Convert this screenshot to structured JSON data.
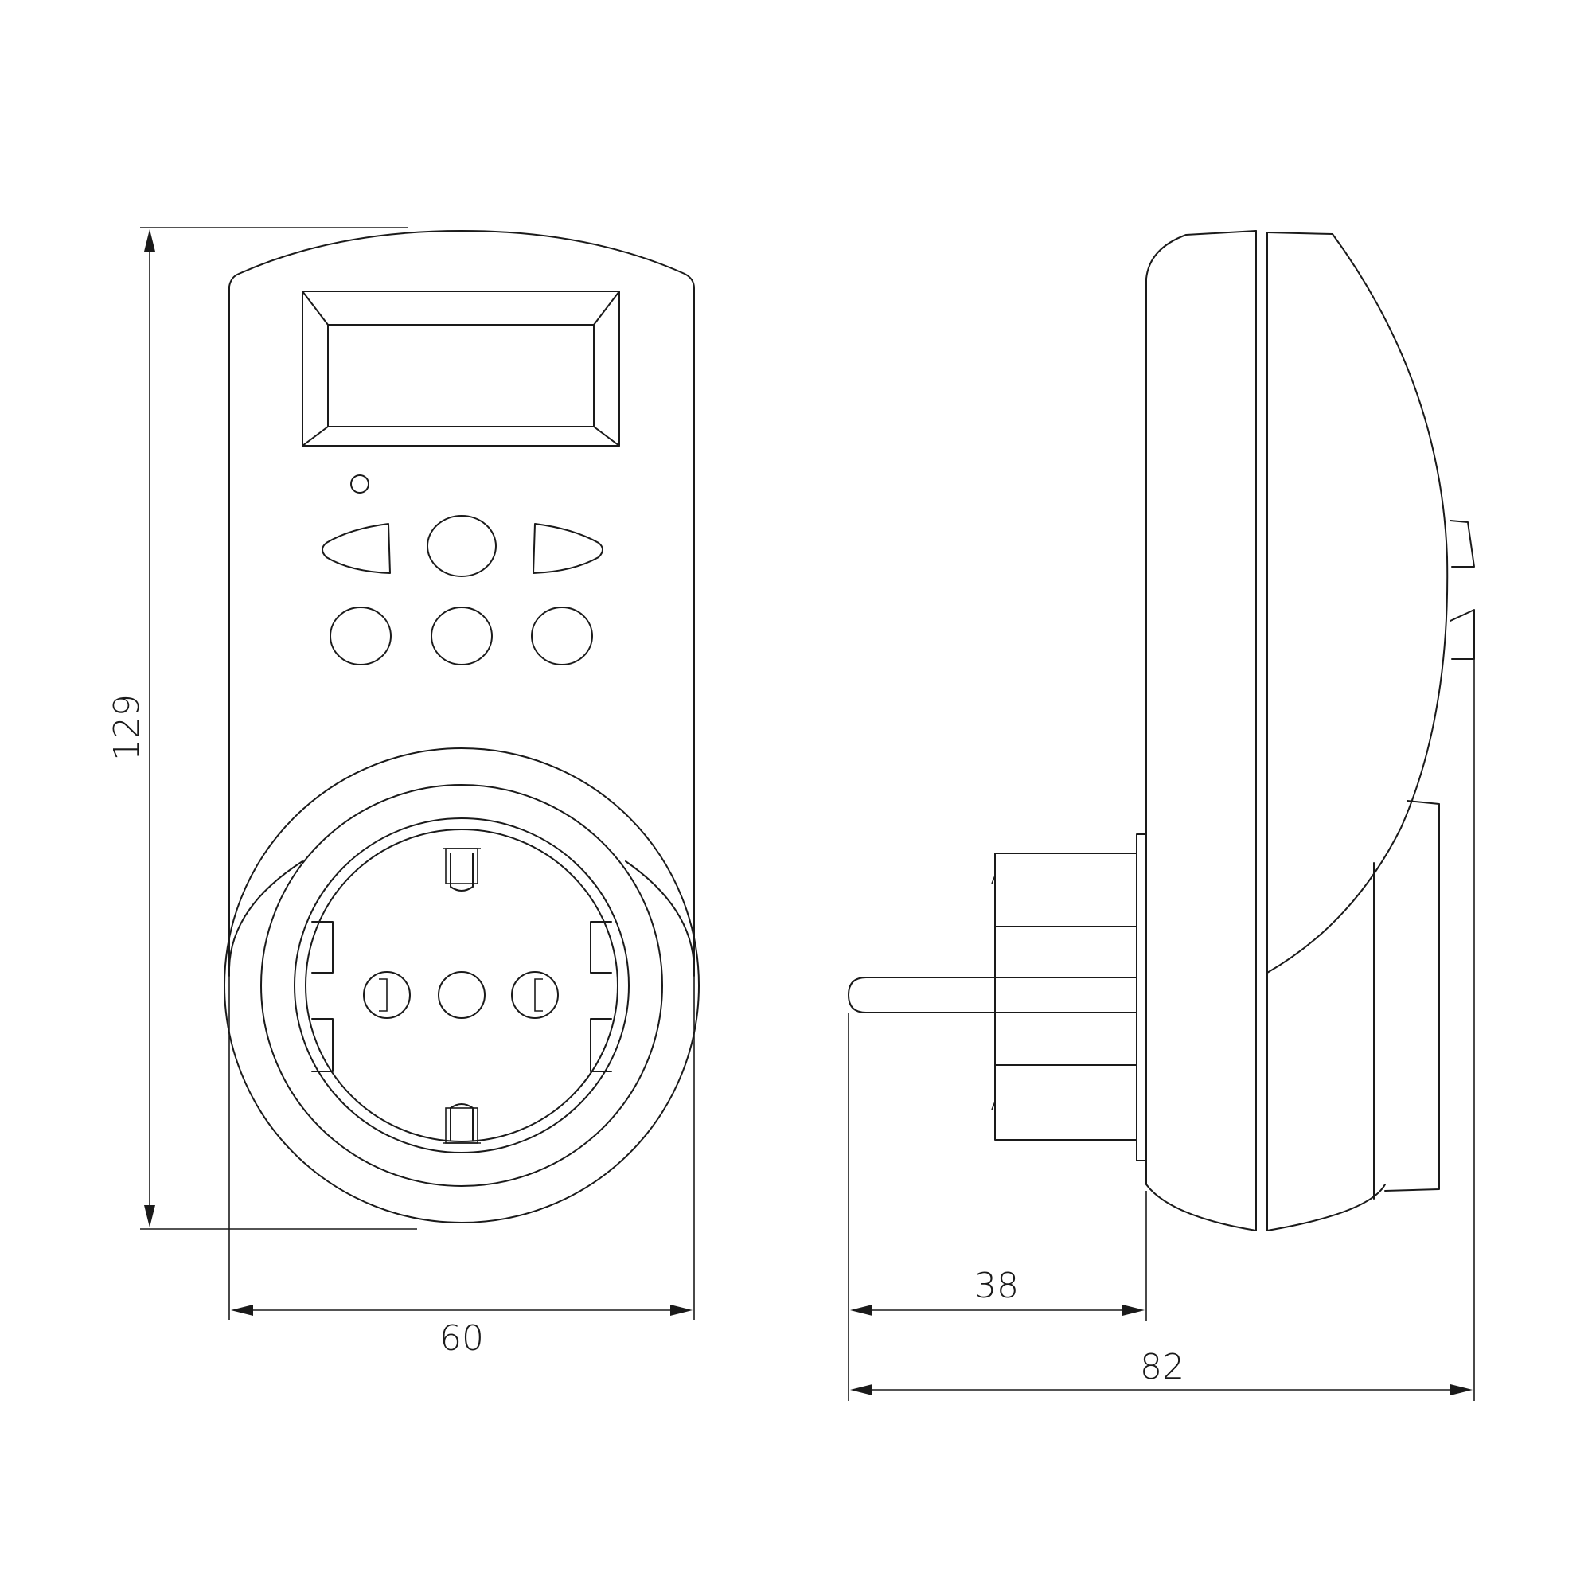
{
  "dimensions": {
    "height": "129",
    "front_width": "60",
    "plug_depth": "38",
    "total_depth": "82"
  },
  "colors": {
    "line": "#1a1a1a",
    "background": "#ffffff"
  }
}
